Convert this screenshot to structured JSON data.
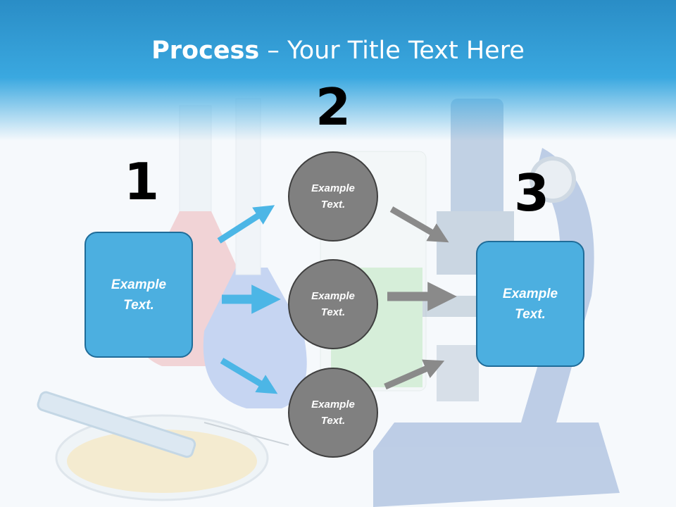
{
  "slide": {
    "title_bold": "Process",
    "title_rest": " – Your Title Text Here",
    "step_numbers": [
      "1",
      "2",
      "3"
    ],
    "left_box": {
      "line1": "Example",
      "line2": "Text."
    },
    "circles": [
      {
        "line1": "Example",
        "line2": "Text."
      },
      {
        "line1": "Example",
        "line2": "Text."
      },
      {
        "line1": "Example",
        "line2": "Text."
      }
    ],
    "right_box": {
      "line1": "Example",
      "line2": "Text."
    }
  },
  "colors": {
    "header_blue": "#3aa8e0",
    "box_blue": "#4cafe0",
    "box_border": "#1f6c99",
    "circle_gray": "#808080",
    "arrow_blue": "#4cb6e6",
    "arrow_gray": "#8a8a8a"
  },
  "icons": [
    "beaker-background-image",
    "microscope-background-image",
    "petri-dish-background-image"
  ]
}
